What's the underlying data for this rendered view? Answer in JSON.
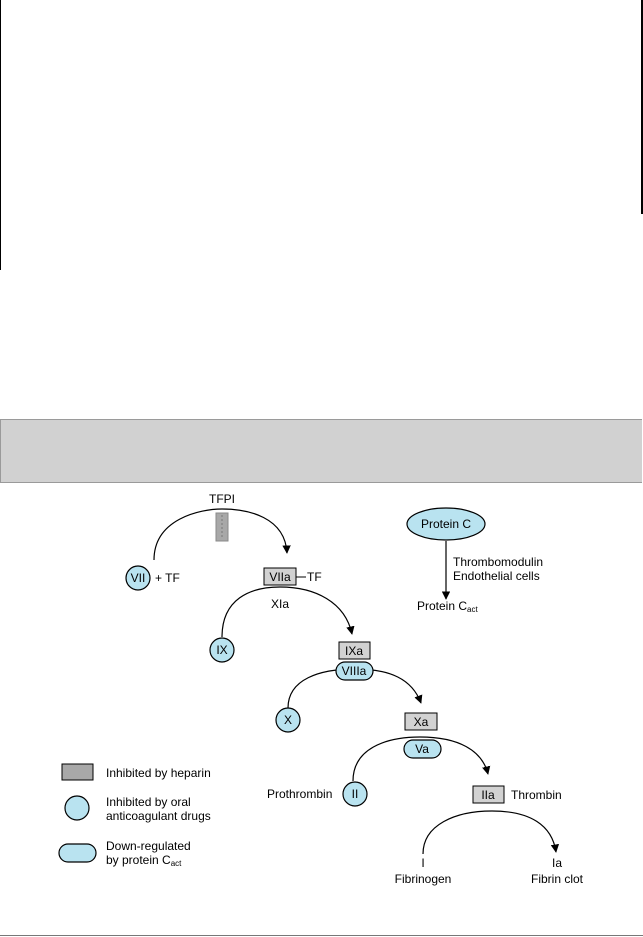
{
  "diagram": {
    "tfpi": "TFPI",
    "protein_c": {
      "node": "Protein C",
      "agents_line1": "Thrombomodulin",
      "agents_line2": "Endothelial cells",
      "product": "Protein C",
      "product_sub": "act"
    },
    "step1": {
      "left_node": "VII",
      "left_suffix": "+ TF",
      "right_node": "VIIa",
      "right_suffix": "TF"
    },
    "step2": {
      "catalyst": "XIa",
      "left_node": "IX",
      "right_node": "IXa"
    },
    "step3": {
      "cofactor": "VIIIa",
      "left_node": "X",
      "right_node": "Xa"
    },
    "step4": {
      "cofactor": "Va",
      "left_label": "Prothrombin",
      "left_node": "II",
      "right_node": "IIa",
      "right_label": "Thrombin"
    },
    "step5": {
      "left_roman": "I",
      "left_name": "Fibrinogen",
      "right_roman": "Ia",
      "right_name": "Fibrin clot"
    },
    "colors": {
      "box_fill": "#d2d2d2",
      "circle_fill": "#b9e3f0",
      "stroke": "#000000"
    }
  },
  "legend": {
    "heparin": "Inhibited by heparin",
    "oral_line1": "Inhibited by oral",
    "oral_line2": "anticoagulant drugs",
    "protein_c_line1": "Down-regulated",
    "protein_c_line2": "by protein C",
    "protein_c_sub": "act"
  }
}
